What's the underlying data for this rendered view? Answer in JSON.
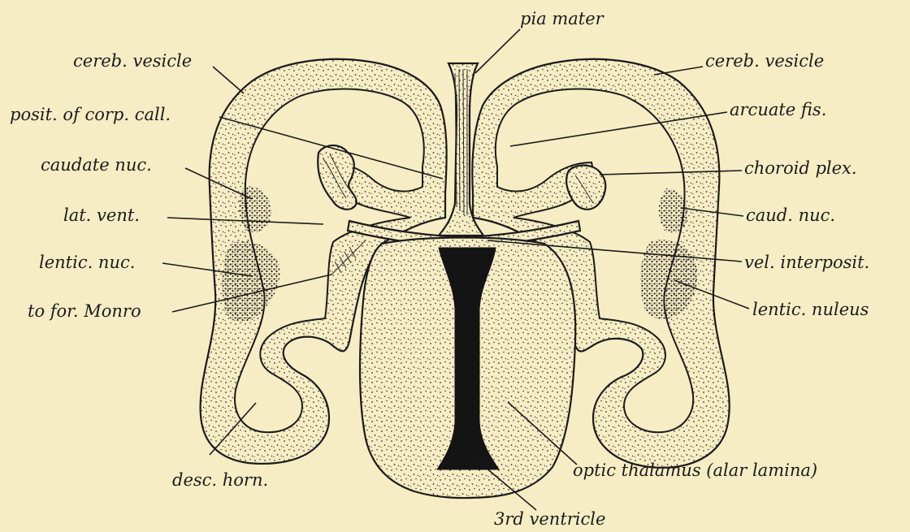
{
  "labels": {
    "pia_mater": "pia mater",
    "cereb_vesicle_left": "cereb. vesicle",
    "cereb_vesicle_right": "cereb. vesicle",
    "posit_corp_call": "posit. of corp. call.",
    "arcuate_fis": "arcuate fis.",
    "caudate_nuc": "caudate nuc.",
    "choroid_plex": "choroid plex.",
    "lat_vent": "lat. vent.",
    "caud_nuc": "caud. nuc.",
    "lentic_nuc": "lentic. nuc.",
    "vel_interposit": "vel. interposit.",
    "for_monro": "to for. Monro",
    "lentic_nuleus": "lentic. nuleus",
    "desc_horn": "desc. horn.",
    "optic_thalamus": "optic thalamus (alar lamina)",
    "third_ventricle": "3rd ventricle"
  },
  "colors": {
    "paper": "#f6edc4",
    "ink": "#1b1b1b"
  }
}
